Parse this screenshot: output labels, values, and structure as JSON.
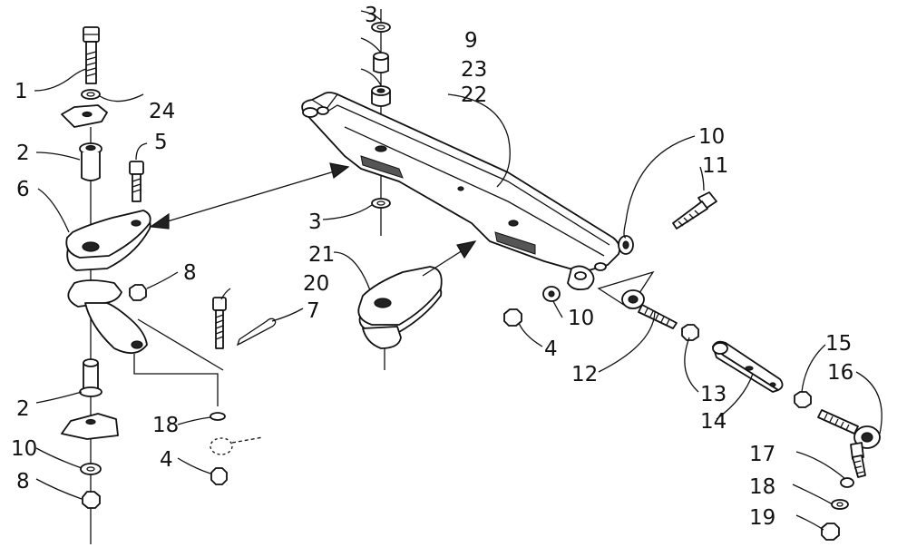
{
  "diagram": {
    "callouts": [
      {
        "id": "c1",
        "text": "1"
      },
      {
        "id": "c2a",
        "text": "2"
      },
      {
        "id": "c2b",
        "text": "2"
      },
      {
        "id": "c3a",
        "text": "3"
      },
      {
        "id": "c3b",
        "text": "3"
      },
      {
        "id": "c4a",
        "text": "4"
      },
      {
        "id": "c4b",
        "text": "4"
      },
      {
        "id": "c5",
        "text": "5"
      },
      {
        "id": "c6",
        "text": "6"
      },
      {
        "id": "c7",
        "text": "7"
      },
      {
        "id": "c8a",
        "text": "8"
      },
      {
        "id": "c8b",
        "text": "8"
      },
      {
        "id": "c9",
        "text": "9"
      },
      {
        "id": "c10a",
        "text": "10"
      },
      {
        "id": "c10b",
        "text": "10"
      },
      {
        "id": "c10c",
        "text": "10"
      },
      {
        "id": "c11",
        "text": "11"
      },
      {
        "id": "c12",
        "text": "12"
      },
      {
        "id": "c13",
        "text": "13"
      },
      {
        "id": "c14",
        "text": "14"
      },
      {
        "id": "c15",
        "text": "15"
      },
      {
        "id": "c16",
        "text": "16"
      },
      {
        "id": "c17",
        "text": "17"
      },
      {
        "id": "c18a",
        "text": "18"
      },
      {
        "id": "c18b",
        "text": "18"
      },
      {
        "id": "c19",
        "text": "19"
      },
      {
        "id": "c20",
        "text": "20"
      },
      {
        "id": "c21",
        "text": "21"
      },
      {
        "id": "c22",
        "text": "22"
      },
      {
        "id": "c23",
        "text": "23"
      },
      {
        "id": "c24",
        "text": "24"
      }
    ]
  }
}
